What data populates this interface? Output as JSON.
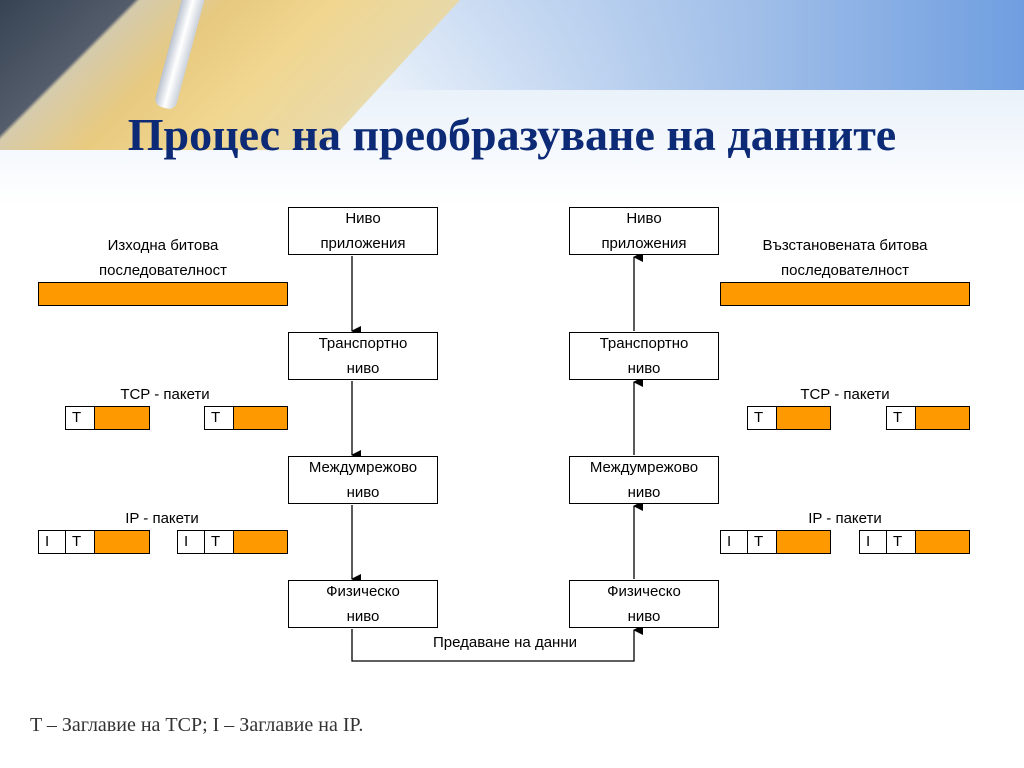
{
  "title": "Процес на преобразуване на данните",
  "layers": {
    "application": "Ниво\nприложения",
    "transport": "Транспортно\nниво",
    "internet": "Междумрежово\nниво",
    "physical": "Физическо\nниво"
  },
  "labels": {
    "source_bits": "Изходна битова\nпоследователност",
    "restored_bits": "Възстановената битова\nпоследователност",
    "tcp_packets": "TCP - пакети",
    "ip_packets": "IP - пакети",
    "transmission": "Предаване на данни"
  },
  "headers": {
    "tcp": "T",
    "ip": "I"
  },
  "footer": "T – Заглавие на TCP; I – Заглавие на IP.",
  "colors": {
    "payload": "#ff9900",
    "title": "#0c2a75"
  }
}
